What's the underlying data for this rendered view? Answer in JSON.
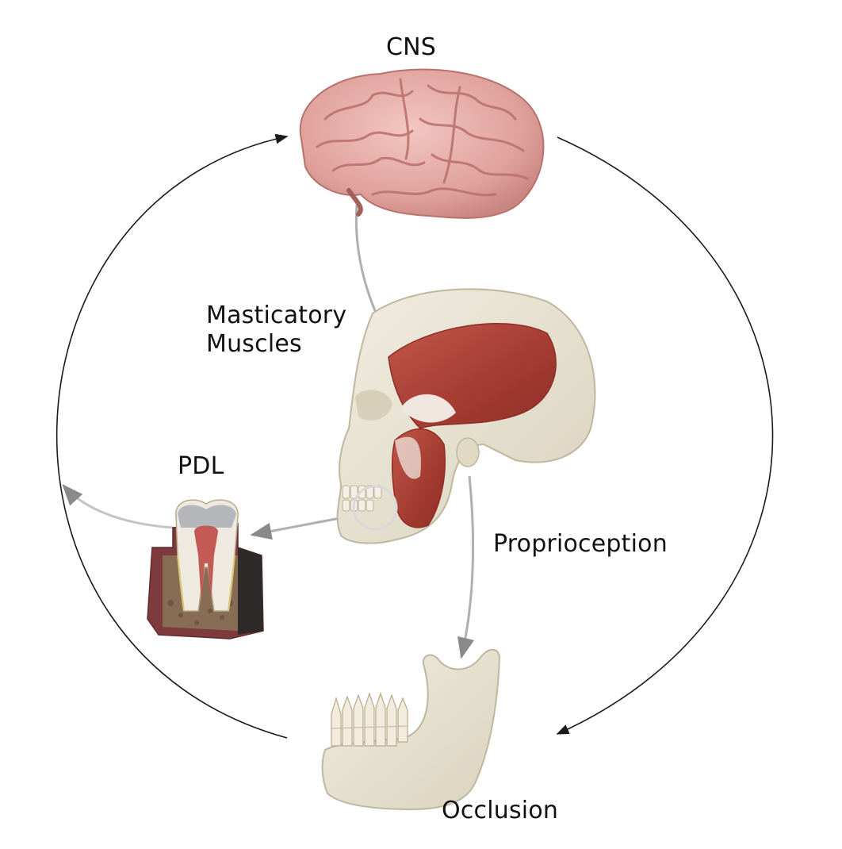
{
  "labels": {
    "cns": "CNS",
    "masticatory_line1": "Masticatory",
    "masticatory_line2": "Muscles",
    "pdl": "PDL",
    "proprioception": "Proprioception",
    "occlusion": "Occlusion"
  },
  "colors": {
    "brain": "#e8a9a4",
    "brain_shade": "#c98580",
    "muscle": "#b5483a",
    "bone": "#e9e4d4",
    "enamel": "#f1f1ef",
    "pulp": "#c25a55",
    "gum": "#8a3b3d",
    "cycle_arrow": "#1a1a1a",
    "link_arrow": "#bfbfbf"
  },
  "icons": [
    "brain-illustration",
    "skull-with-masseter-illustration",
    "tooth-cross-section-illustration",
    "mandible-illustration"
  ]
}
